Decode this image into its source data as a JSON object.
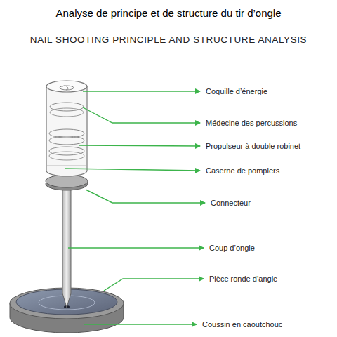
{
  "diagram": {
    "title": "Analyse de principe et de structure du tir d’ongle",
    "labels": [
      "NAIL SHOOTING PRINCIPLE AND STRUCTURE ANALYSIS",
      "Coquille d’énergie",
      "Médecine des percussions",
      "Propulseur à double robinet",
      "Caserne de pompiers",
      "Connecteur",
      "Coup d’ongle",
      "Pièce ronde d’angle",
      "Coussin en caoutchouc"
    ]
  }
}
